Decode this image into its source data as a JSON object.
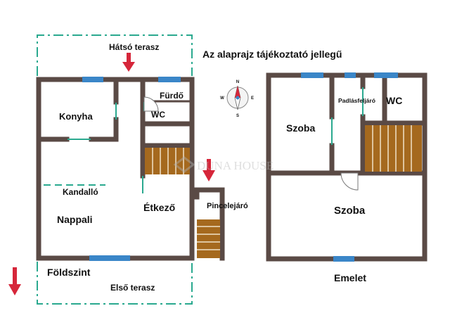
{
  "header": {
    "note": "Az alaprajz tájékoztató jellegű"
  },
  "ground_floor": {
    "caption": "Földszint",
    "back_terrace": "Hátsó terasz",
    "front_terrace": "Első terasz",
    "rooms": {
      "kitchen": "Konyha",
      "bathroom": "Fürdő",
      "wc": "WC",
      "fireplace": "Kandalló",
      "living_room": "Nappali",
      "dining": "Étkező",
      "cellar_access": "Pincelejáró"
    }
  },
  "upper_floor": {
    "caption": "Emelet",
    "rooms": {
      "room_left": "Szoba",
      "attic_access": "Padlásfeljáró",
      "wc": "WC",
      "room_bottom": "Szoba"
    }
  },
  "watermark": "DUNA HOUSE",
  "compass": {
    "north": "N",
    "south": "S",
    "east": "E",
    "west": "W"
  },
  "colors": {
    "wall": "#5a4a45",
    "window": "#3a86c8",
    "door_leaf": "#2aa98f",
    "arrow": "#d6263a",
    "terrace_dash": "#2aa98f",
    "stairs_fill": "#a5691e",
    "stairs_line": "#f0e2c8"
  }
}
